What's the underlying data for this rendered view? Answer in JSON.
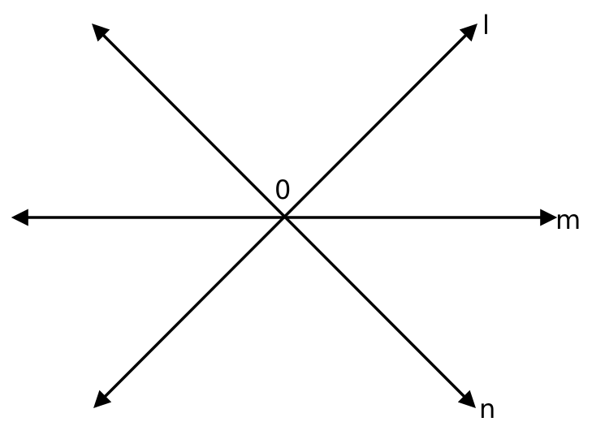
{
  "labels": {
    "origin": "0",
    "line_l": "l",
    "line_m": "m",
    "line_n": "n"
  }
}
